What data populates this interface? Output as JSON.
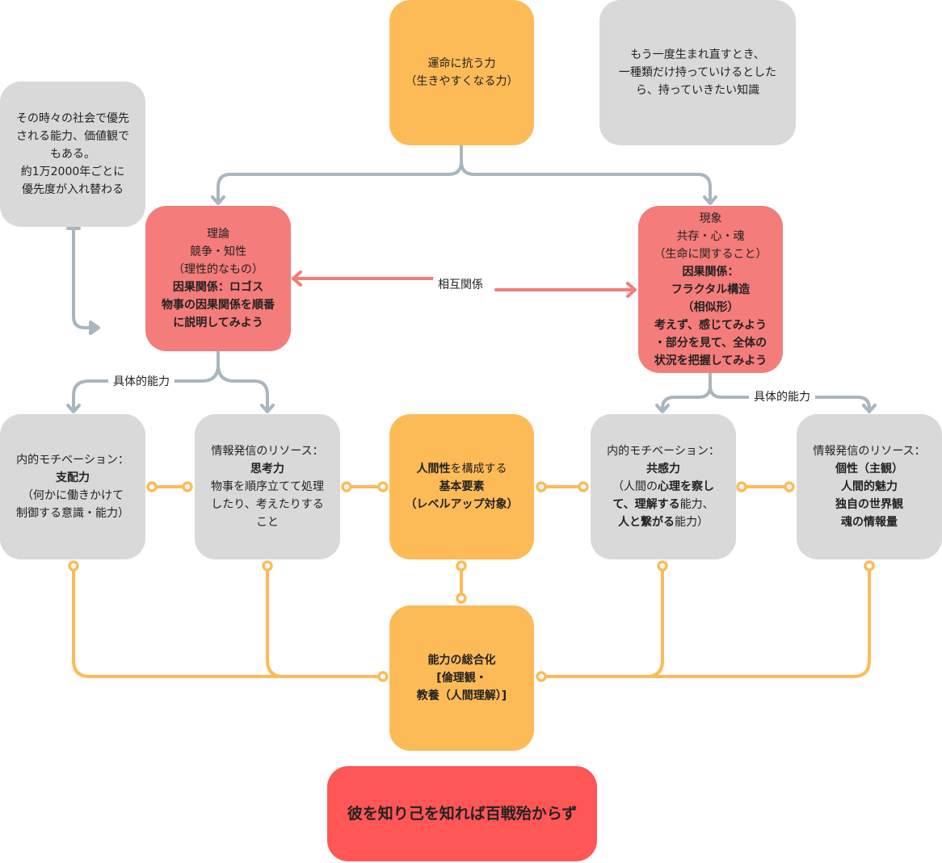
{
  "colors": {
    "gray_node": "#d9d9d9",
    "orange_node": "#fdbb58",
    "salmon_node": "#f47c7a",
    "red_node": "#ff5656",
    "gray_connector": "#a9b6be",
    "orange_connector": "#fdbb58",
    "salmon_connector": "#f47c7a"
  },
  "nodes": {
    "root": {
      "lines": [
        "運命に抗う力",
        "（生きやすくなる力）"
      ]
    },
    "question": {
      "lines": [
        "もう一度生まれ直すとき、",
        "一種類だけ持っていけるとした",
        "ら、持っていきたい知識"
      ]
    },
    "note": {
      "lines": [
        "その時々の社会で優先",
        "される能力、価値観で",
        "もある。",
        "約1万2000年ごとに",
        "優先度が入れ替わる"
      ]
    },
    "theory": {
      "lines": [
        "理論",
        "競争・知性",
        "（理性的なもの）"
      ],
      "bold_lines": [
        "因果関係：ロゴス",
        "物事の因果関係を順番",
        "に説明してみよう"
      ]
    },
    "phenomenon": {
      "lines": [
        "現象",
        "共存・心・魂",
        "（生命に関すること）"
      ],
      "bold_lines": [
        "因果関係：",
        "フラクタル構造",
        "（相似形）",
        "考えず、感じてみよう",
        "・部分を見て、全体の",
        "状況を把握してみよう"
      ]
    },
    "left_motivation": {
      "title": "内的モチベーション：",
      "bold": "支配力",
      "lines": [
        "（何かに働きかけて",
        "制御する意識・能力）"
      ]
    },
    "left_resource": {
      "title": "情報発信のリソース：",
      "bold": "思考力",
      "lines": [
        "物事を順序立てて処理",
        "したり、考えたりする",
        "こと"
      ]
    },
    "center": {
      "bold_a": "人間性",
      "normal_a": "を構成する",
      "bold_lines": [
        "基本要素",
        "（レベルアップ対象）"
      ]
    },
    "right_motivation": {
      "title": "内的モチベーション：",
      "bold": "共感力",
      "line1_normal": "（人間の",
      "line1_bold": "心理を察し",
      "line2_bold": "て、理解する",
      "line2_normal": "能力、",
      "line3_bold": "人と繋がる",
      "line3_normal": "能力）"
    },
    "right_resource": {
      "title": "情報発信のリソース：",
      "bold_lines": [
        "個性（主観）",
        "人間的魅力",
        "独自の世界観",
        "魂の情報量"
      ]
    },
    "synthesis": {
      "bold_lines": [
        "能力の総合化",
        "[倫理観・",
        "教養（人間理解）]"
      ]
    },
    "motto": {
      "text": "彼を知り己を知れば百戦殆からず"
    }
  },
  "edge_labels": {
    "mutual": "相互関係",
    "concrete_left": "具体的能力",
    "concrete_right": "具体的能力"
  }
}
